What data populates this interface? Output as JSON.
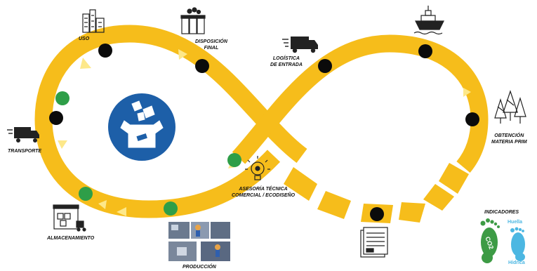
{
  "colors": {
    "loop": "#f6bd1b",
    "dot": "#0b0b0b",
    "dot_green": "#2e9e48",
    "arrow": "#fde88a",
    "center_circle": "#1d5fa8",
    "foot_green": "#3d9b45",
    "foot_blue": "#4cb7e2"
  },
  "labels": {
    "uso": "USO",
    "disposicion": [
      "DISPOSICIÓN",
      "FINAL"
    ],
    "logistica": [
      "LOGÍSTICA",
      "DE ENTRADA"
    ],
    "obtencion": [
      "OBTENCIÓN",
      "MATERIA PRIM"
    ],
    "transporte": "TRANSPORTE",
    "almacenamiento": "ALMACENAMIENTO",
    "asesoria": [
      "ASESORÍA TÉCNICA",
      "COMERCIAL / ECODISEÑO"
    ],
    "produccion": "PRODUCCIÓN",
    "indicadores": "INDICADORES"
  },
  "footprint": {
    "co2": "CO2",
    "huella": "Huella",
    "hidrica": "Hídrica"
  },
  "icons": {
    "uso": "buildings-icon",
    "disposicion": "recycle-bins-icon",
    "logistica": "delivery-truck-icon",
    "ship": "cargo-ship-icon",
    "obtencion": "forest-icon",
    "transporte": "truck-icon",
    "almacenamiento": "warehouse-icon",
    "asesoria": "lightbulb-icon",
    "produccion": "factory-workers-icon",
    "documento": "document-icon",
    "center": "package-boxes-icon"
  }
}
